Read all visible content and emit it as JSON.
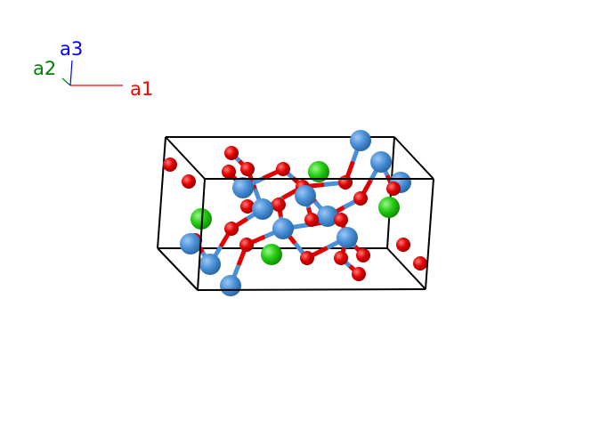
{
  "axes": {
    "a1": {
      "label": "a1",
      "color": "#ff0000"
    },
    "a2": {
      "label": "a2",
      "color": "#008000"
    },
    "a3": {
      "label": "a3",
      "color": "#0000ff"
    }
  },
  "colors": {
    "cell_edge": "#000000",
    "atom_blue": "#4a90d9",
    "atom_red": "#e00000",
    "atom_green": "#22cc11",
    "background": "#ffffff"
  }
}
